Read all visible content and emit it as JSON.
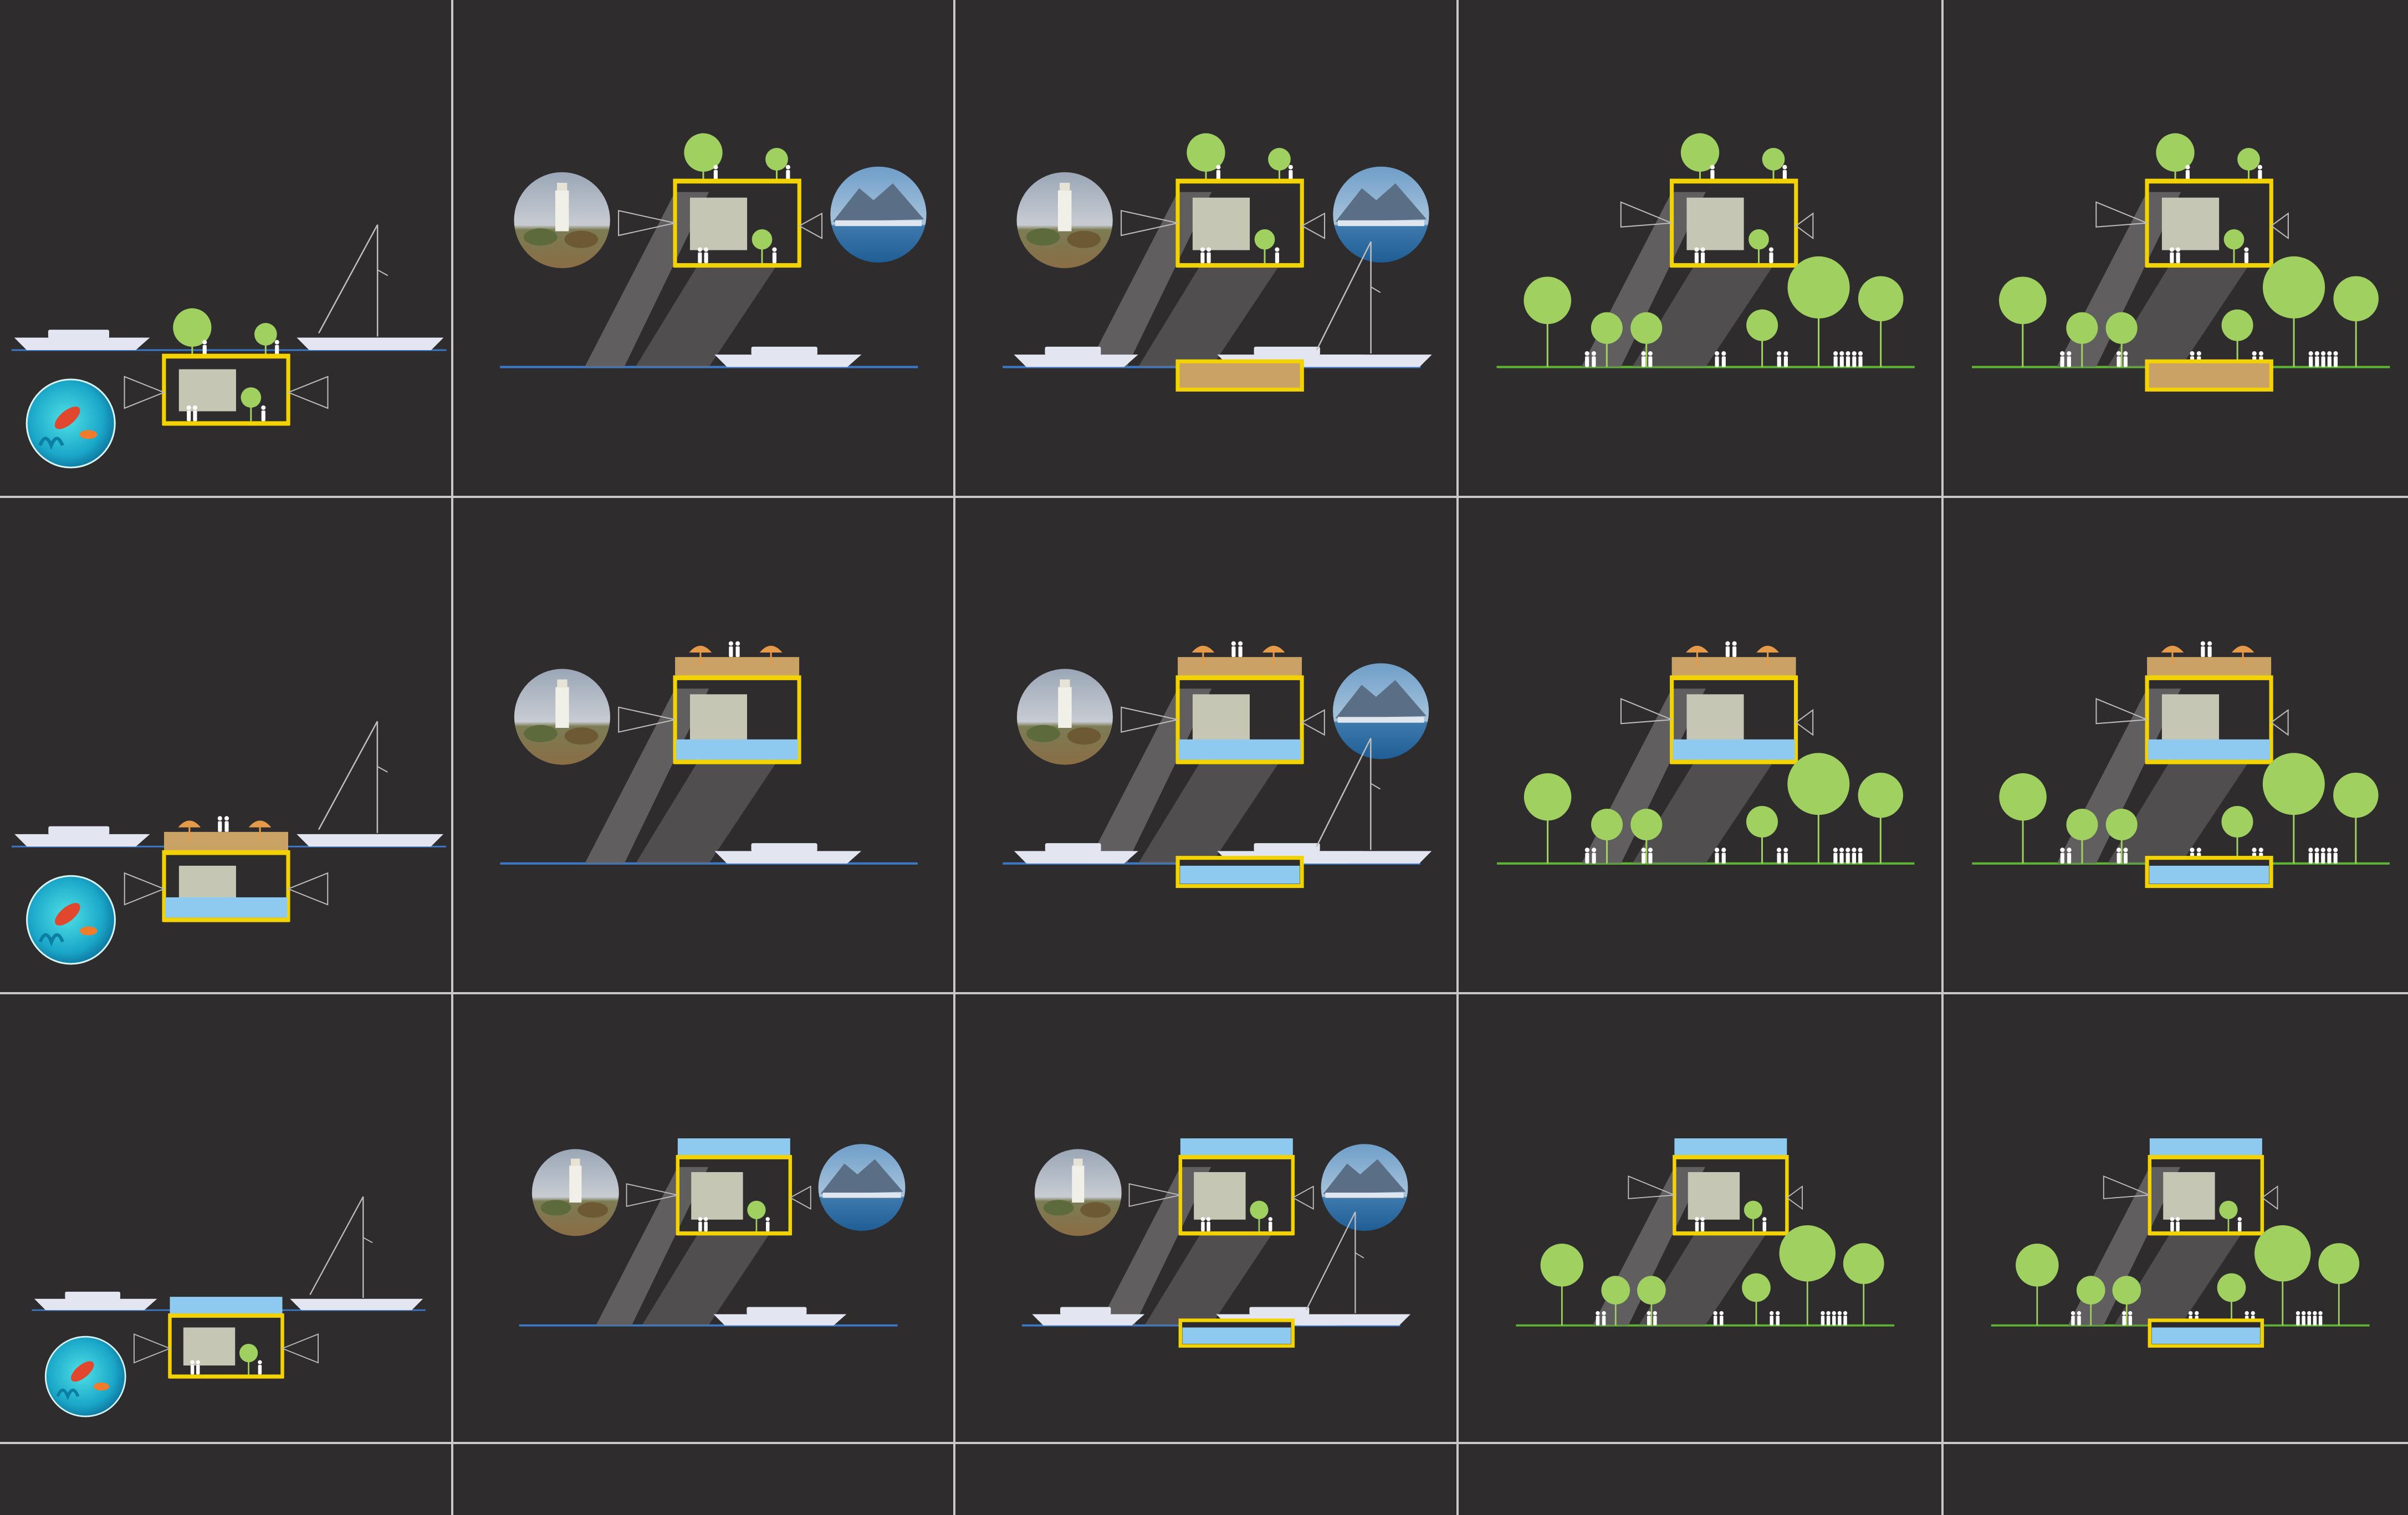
{
  "colors": {
    "background": "#2e2c2d",
    "gridline": "#c9c9c9",
    "frame_yellow": "#f2d200",
    "tree_green": "#9fd060",
    "ground_green": "#5db533",
    "water_blue": "#8ec9f0",
    "water_line": "#3a78c8",
    "plaza_sand": "#caa265",
    "room_fill": "#c6c6b4",
    "boat_white": "#e3e6f0",
    "people_white": "#ffffff",
    "shadow_grey": "#6d6b6c",
    "umbrella_orange": "#e59a4a"
  },
  "icons": {
    "circle_photo_fish": "fish-aquarium-photo",
    "circle_photo_lighthouse": "lighthouse-photo",
    "circle_photo_mountain": "mountain-bay-photo",
    "tree": "tree-icon",
    "person": "person-icon",
    "boat": "boat-icon",
    "sailboat": "sailboat-icon",
    "umbrella": "umbrella-icon"
  },
  "grid": {
    "rows": 3,
    "columns": 5,
    "column_settings": [
      "underwater",
      "harbour",
      "harbour-plaza",
      "park",
      "park-plaza"
    ],
    "row_programs": [
      "garden-roof",
      "terrace-pool",
      "rooftop-pool"
    ]
  }
}
